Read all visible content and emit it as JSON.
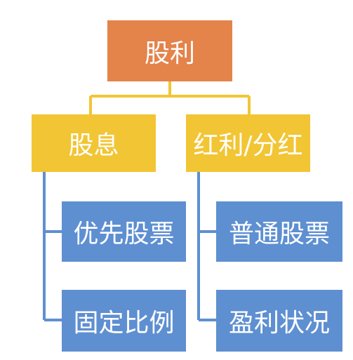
{
  "root": {
    "label": "股利"
  },
  "branches": [
    {
      "label": "股息",
      "children": [
        {
          "label": "优先股票"
        },
        {
          "label": "固定比例"
        }
      ]
    },
    {
      "label": "红利/分红",
      "children": [
        {
          "label": "普通股票"
        },
        {
          "label": "盈利状况"
        }
      ]
    }
  ],
  "colors": {
    "root": "#e4834a",
    "level1": "#f2c534",
    "level2": "#5e8fd1",
    "root_connector": "#f2c534",
    "branch_connector": "#5e8fd1"
  }
}
